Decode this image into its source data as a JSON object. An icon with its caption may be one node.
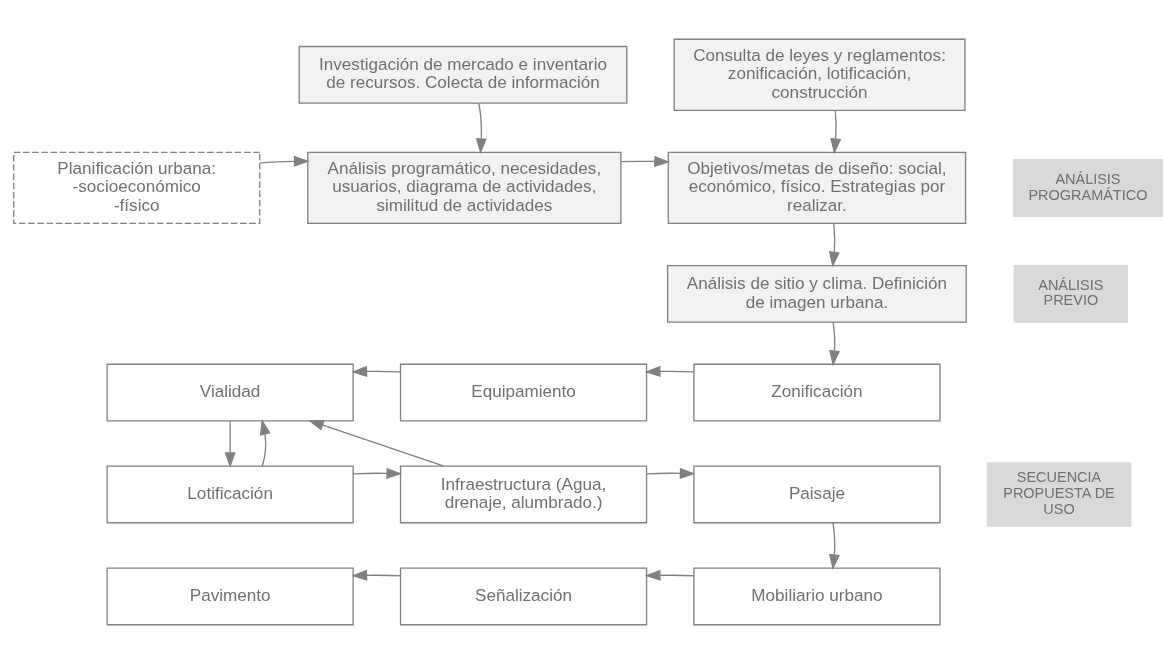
{
  "diagram": {
    "nodes": [
      {
        "text": [
          "Investigación de mercado e inventario de recursos. Colecta de información"
        ]
      },
      {
        "text": [
          "Consulta de leyes y reglamentos: zonificación, lotificación, construcción"
        ]
      },
      {
        "text": [
          "Planificación urbana: -socioeconómico -físico"
        ]
      },
      {
        "text": [
          "Análisis programático, necesidades, usuarios, diagrama de actividades, similitud de actividades"
        ]
      },
      {
        "text": [
          "Objetivos/metas de diseño: social, económico, físico. Estrategias por realizar."
        ]
      },
      {
        "text": [
          "Análisis de sitio y clima. Definición de imagen urbana."
        ]
      },
      {
        "text": [
          "Zonificación"
        ]
      },
      {
        "text": [
          "Equipamiento"
        ]
      },
      {
        "text": [
          "Vialidad"
        ]
      },
      {
        "text": [
          "Lotificación"
        ]
      },
      {
        "text": [
          "Infraestructura (Agua, drenaje, alumbrado.)"
        ]
      },
      {
        "text": [
          "Paisaje"
        ]
      },
      {
        "text": [
          "Pavimento"
        ]
      },
      {
        "text": [
          "Señalización"
        ]
      },
      {
        "text": [
          "Mobiliario urbano"
        ]
      },
      {
        "text": [
          "ANÁLISIS PROGRAMÁTICO"
        ]
      },
      {
        "text": [
          "ANÁLISIS PREVIO"
        ]
      },
      {
        "text": [
          "SECUENCIA PROPUESTA DE USO"
        ]
      }
    ],
    "edges": [
      {
        "from": 0,
        "to": 3,
        "arrow": "to"
      },
      {
        "from": 1,
        "to": 4,
        "arrow": "to"
      },
      {
        "from": 2,
        "to": 3,
        "arrow": "to"
      },
      {
        "from": 3,
        "to": 4,
        "arrow": "to"
      },
      {
        "from": 4,
        "to": 5,
        "arrow": "to"
      },
      {
        "from": 5,
        "to": 6,
        "arrow": "to"
      },
      {
        "from": 6,
        "to": 7,
        "arrow": "to"
      },
      {
        "from": 7,
        "to": 8,
        "arrow": "to"
      },
      {
        "from": 8,
        "to": 9,
        "arrow": "to"
      },
      {
        "from": 9,
        "to": 8,
        "arrow": "to"
      },
      {
        "from": 10,
        "to": 8,
        "arrow": "to"
      },
      {
        "from": 9,
        "to": 10,
        "arrow": "to"
      },
      {
        "from": 10,
        "to": 11,
        "arrow": "to"
      },
      {
        "from": 11,
        "to": 14,
        "arrow": "to"
      },
      {
        "from": 14,
        "to": 13,
        "arrow": "to"
      },
      {
        "from": 13,
        "to": 12,
        "arrow": "to"
      }
    ]
  }
}
